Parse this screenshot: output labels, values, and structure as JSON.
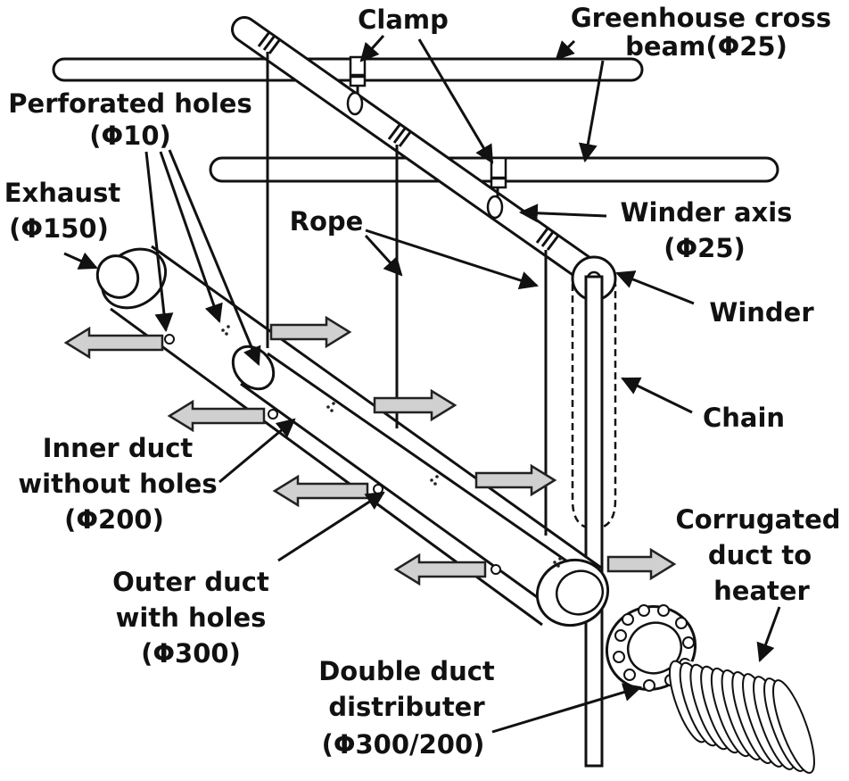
{
  "labels": {
    "clamp": "Clamp",
    "greenhouse_line1": "Greenhouse cross",
    "greenhouse_line2": "beam(Φ25)",
    "perforated_line1": "Perforated holes",
    "perforated_line2": "(Φ10)",
    "exhaust_line1": "Exhaust",
    "exhaust_line2": "(Φ150)",
    "rope": "Rope",
    "winder_axis_line1": "Winder axis",
    "winder_axis_line2": "(Φ25)",
    "winder": "Winder",
    "chain": "Chain",
    "inner_line1": "Inner duct",
    "inner_line2": "without holes",
    "inner_line3": "(Φ200)",
    "outer_line1": "Outer duct",
    "outer_line2": "with holes",
    "outer_line3": "(Φ300)",
    "corrugated_line1": "Corrugated",
    "corrugated_line2": "duct to",
    "corrugated_line3": "heater",
    "distributer_line1": "Double duct",
    "distributer_line2": "distributer",
    "distributer_line3": "(Φ300/200)"
  }
}
